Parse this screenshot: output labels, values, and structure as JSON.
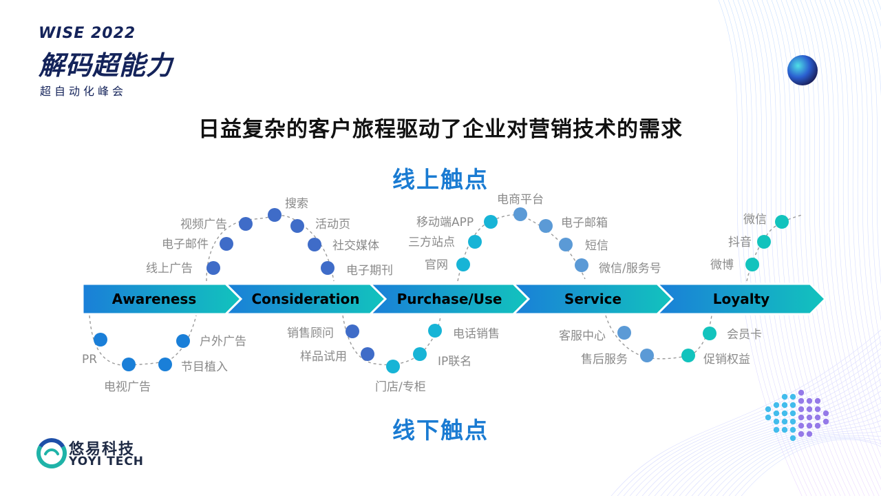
{
  "branding": {
    "event_en": "WISE 2022",
    "event_cn": "解码超能力",
    "event_sub": "超自动化峰会",
    "company_cn": "悠易科技",
    "company_en": "YOYI TECH"
  },
  "title": "日益复杂的客户旅程驱动了企业对营销技术的需求",
  "online_label": "线上触点",
  "offline_label": "线下触点",
  "stages": [
    "Awareness",
    "Consideration",
    "Purchase/Use",
    "Service",
    "Loyalty"
  ],
  "touchpoints": {
    "online": [
      "线上广告",
      "电子邮件",
      "视频广告",
      "搜索",
      "活动页",
      "社交媒体",
      "电子期刊",
      "官网",
      "三方站点",
      "移动端APP",
      "电商平台",
      "电子邮箱",
      "短信",
      "微信/服务号",
      "微博",
      "抖音",
      "微信"
    ],
    "offline": [
      "PR",
      "电视广告",
      "节目植入",
      "户外广告",
      "销售顾问",
      "样品试用",
      "门店/专柜",
      "IP联名",
      "电话销售",
      "客服中心",
      "售后服务",
      "促销权益",
      "会员卡"
    ]
  },
  "colors": {
    "title_text": "#111111",
    "brand_navy": "#14235a",
    "section_blue": "#1a7bd2",
    "arrow_start": "#1a7fd8",
    "arrow_end": "#12c3bd",
    "label_gray": "#8a8a8a"
  }
}
